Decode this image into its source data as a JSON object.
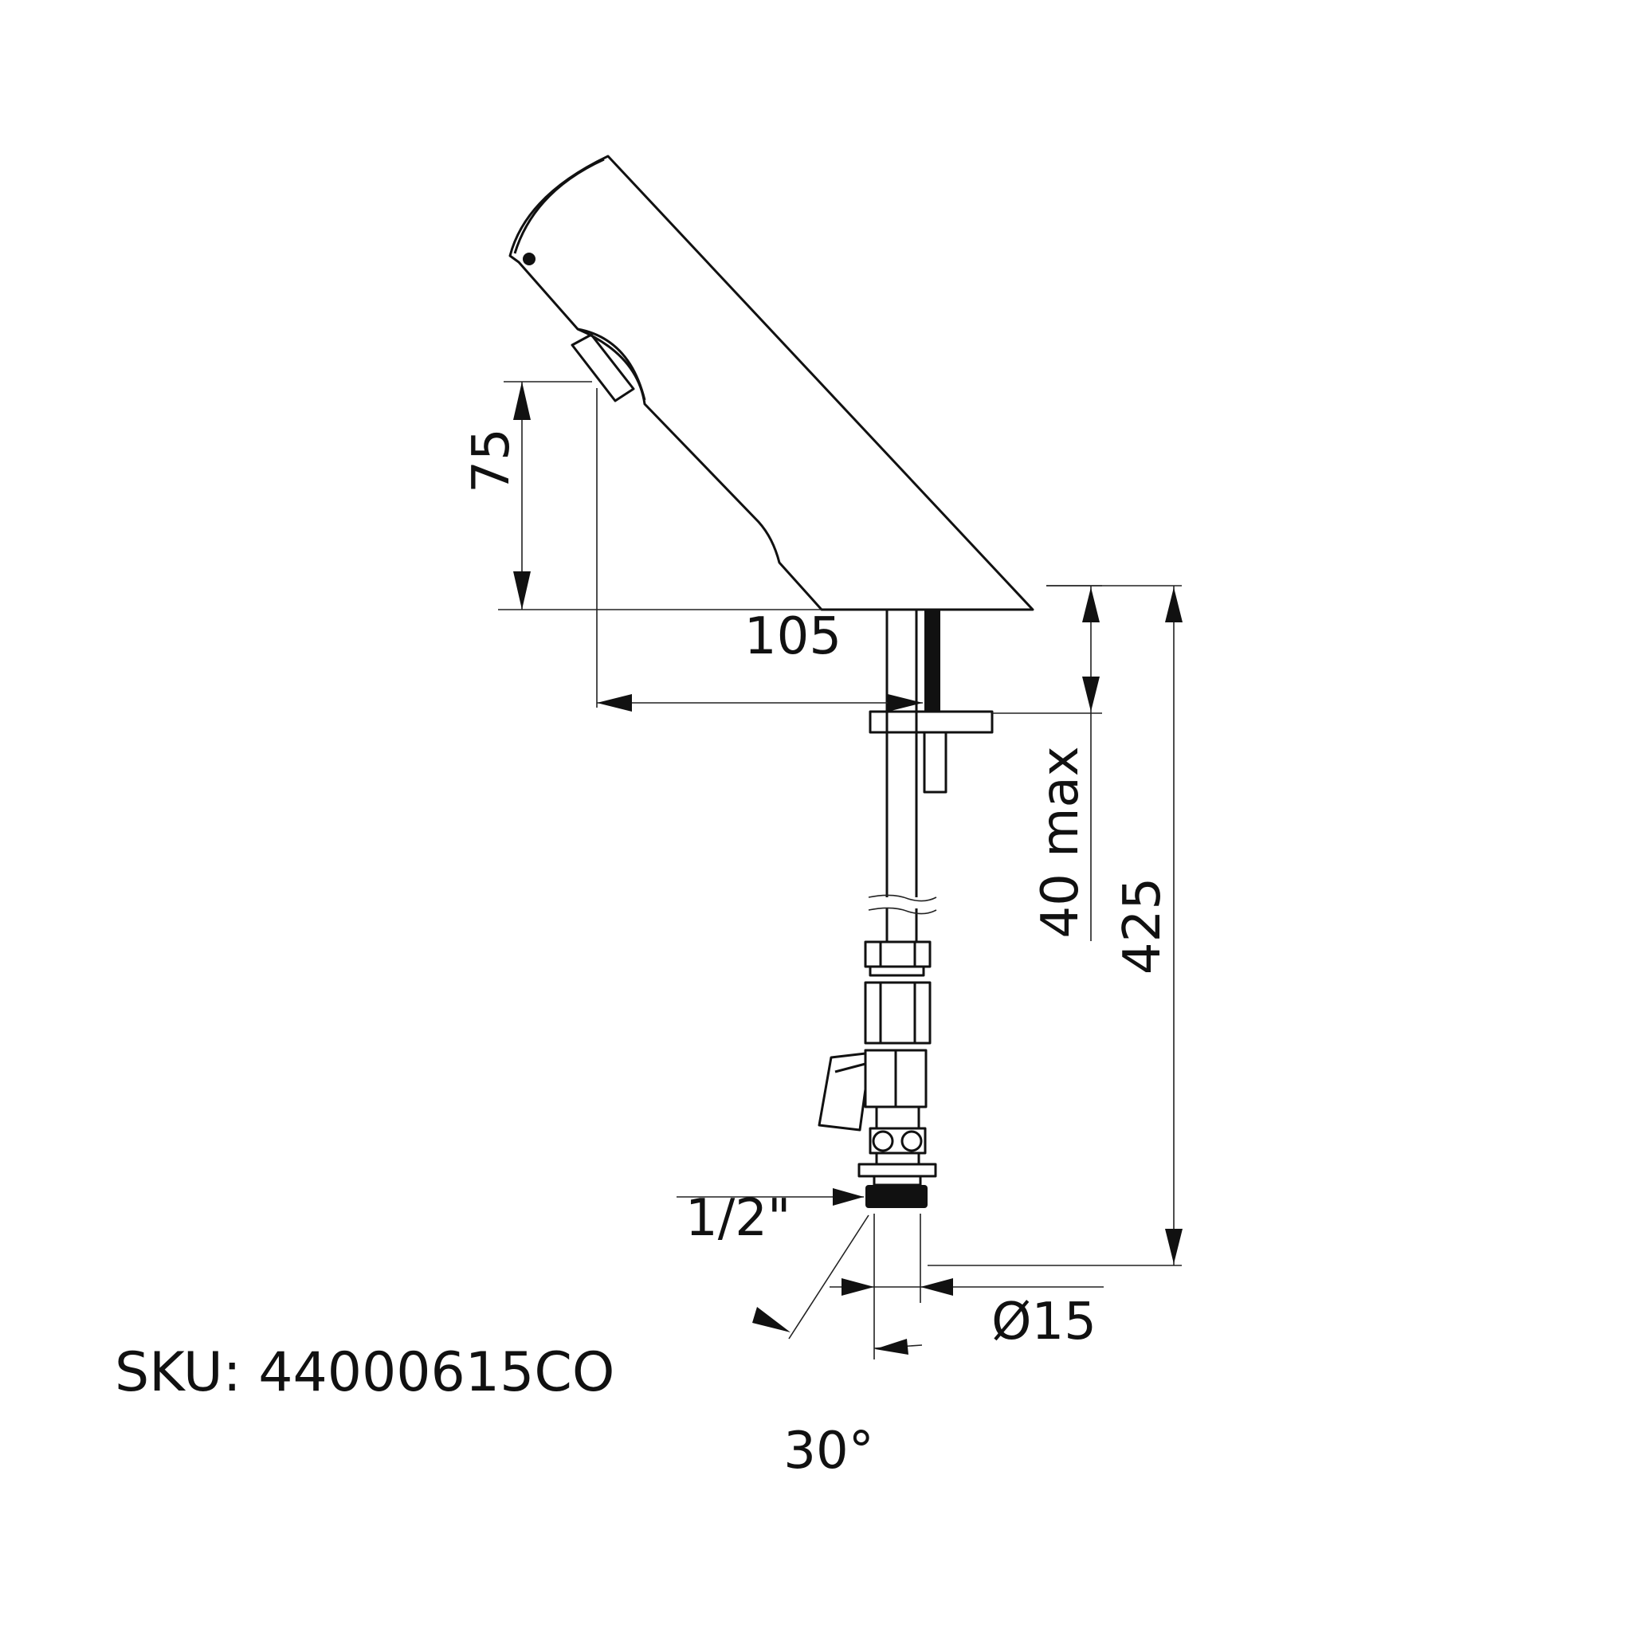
{
  "sku_label": "SKU: 44000615CO",
  "dimensions": {
    "spout_height": "75",
    "spout_reach": "105",
    "deck_thickness": "40 max",
    "total_height": "425",
    "connection_thread": "1/2\"",
    "pipe_diameter": "Ø15",
    "angle": "30°"
  },
  "colors": {
    "line": "#111111",
    "background": "#ffffff"
  }
}
